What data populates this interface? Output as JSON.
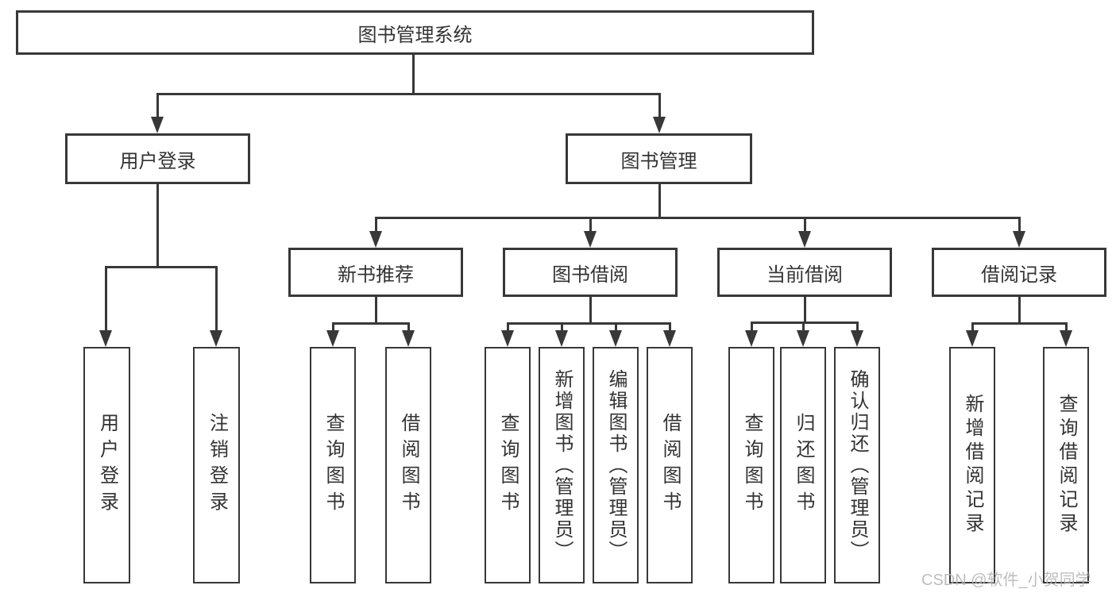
{
  "nodes": {
    "root": "图书管理系统",
    "level2": [
      "用户登录",
      "图书管理"
    ],
    "level3": [
      "新书推荐",
      "图书借阅",
      "当前借阅",
      "借阅记录"
    ],
    "leaves": {
      "login": [
        "用户登录",
        "注销登录"
      ],
      "recommend": [
        "查询图书",
        "借阅图书"
      ],
      "borrow": [
        "查询图书",
        "新增图书（管理员）",
        "编辑图书（管理员）",
        "借阅图书"
      ],
      "current": [
        "查询图书",
        "归还图书",
        "确认归还（管理员）"
      ],
      "records": [
        "新增借阅记录",
        "查询借阅记录"
      ]
    }
  },
  "watermark": "CSDN @软件_小贺同学",
  "colors": {
    "line": "#383838",
    "text": "#333333",
    "watermark": "#b3b3b3",
    "background": "#ffffff"
  }
}
